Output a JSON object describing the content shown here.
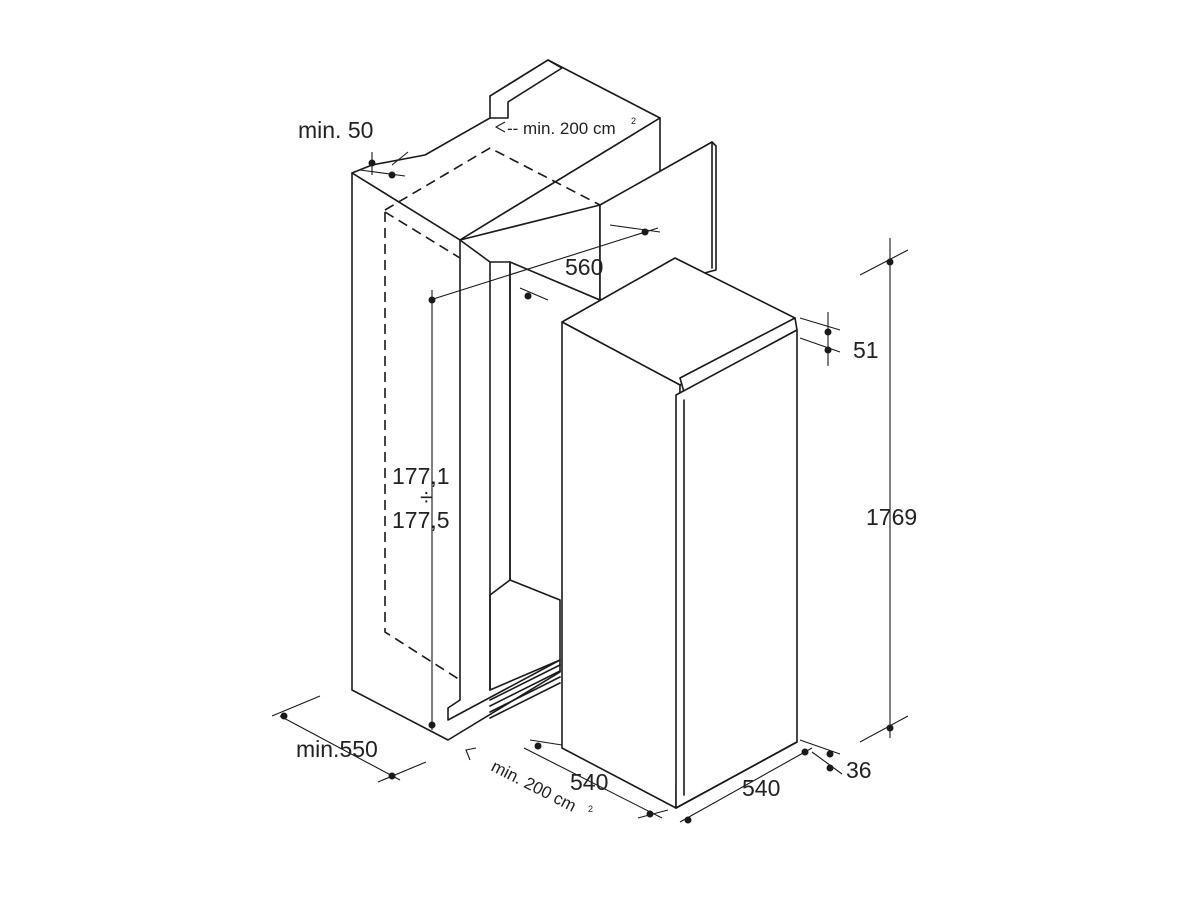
{
  "labels": {
    "min_top": "min. 50",
    "vent_top": "-- min. 200 cm",
    "vent_top_sup": "2",
    "niche_depth": "560",
    "niche_height_a": "177,1",
    "niche_height_sep": "÷",
    "niche_height_b": "177,5",
    "min_bottom": "min.550",
    "vent_bottom": "min. 200 cm",
    "vent_bottom_sup": "2",
    "appliance_width": "540",
    "appliance_depth": "540",
    "top_gap": "51",
    "appliance_height": "1769",
    "bottom_gap": "36"
  },
  "colors": {
    "line": "#1a1a1a",
    "text": "#222222",
    "background": "#ffffff"
  }
}
